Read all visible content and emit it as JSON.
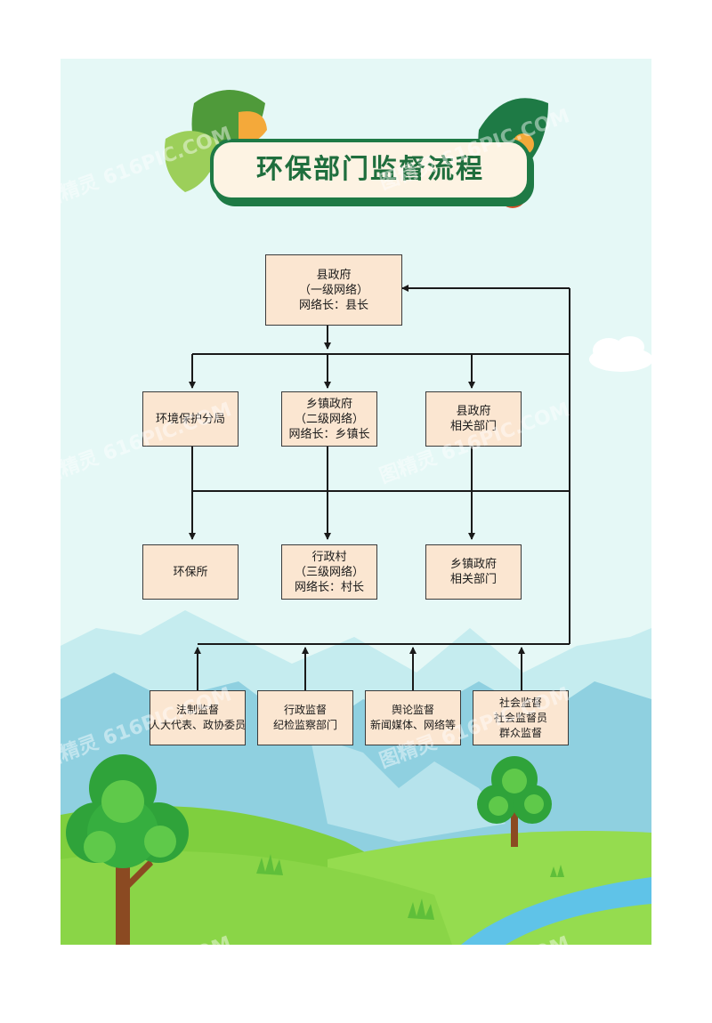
{
  "title": "环保部门监督流程",
  "watermark": "图精灵 616PIC.COM",
  "nodes": {
    "county_gov": [
      "县政府",
      "（一级网络）",
      "网络长：县长"
    ],
    "env_bureau": [
      "环境保护分局"
    ],
    "town_gov": [
      "乡镇政府",
      "（二级网络）",
      "网络长：乡镇长"
    ],
    "county_depts": [
      "县政府",
      "相关部门"
    ],
    "env_station": [
      "环保所"
    ],
    "admin_village": [
      "行政村",
      "（三级网络）",
      "网络长：村长"
    ],
    "town_depts": [
      "乡镇政府",
      "相关部门"
    ],
    "legal": [
      "法制监督",
      "人大代表、政协委员"
    ],
    "admin_sup": [
      "行政监督",
      "纪检监察部门"
    ],
    "public_opinion": [
      "舆论监督",
      "新闻媒体、网络等"
    ],
    "social": [
      "社会监督",
      "社会监督员",
      "群众监督"
    ]
  },
  "colors": {
    "box_fill": "#fbe6d1",
    "line": "#1a1a1a",
    "title_green": "#1f6e3d",
    "sky": "#e5f8f6",
    "grass": "#8fd84a"
  }
}
